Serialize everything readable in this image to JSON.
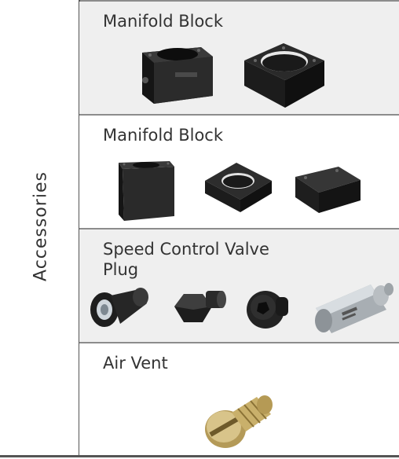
{
  "category": "Accessories",
  "rows": [
    {
      "label": "Manifold Block",
      "images": [
        "manifold-block-ported-image",
        "manifold-block-thin-image"
      ]
    },
    {
      "label": "Manifold Block",
      "images": [
        "manifold-block-tall-image",
        "manifold-block-flat-image",
        "manifold-block-solid-image"
      ]
    },
    {
      "label": "Speed Control Valve\nPlug",
      "images": [
        "speed-control-valve-image",
        "plug-hex-image",
        "plug-socket-image",
        "speed-control-valve-silver-image"
      ]
    },
    {
      "label": "Air Vent",
      "images": [
        "air-vent-brass-image"
      ]
    }
  ]
}
